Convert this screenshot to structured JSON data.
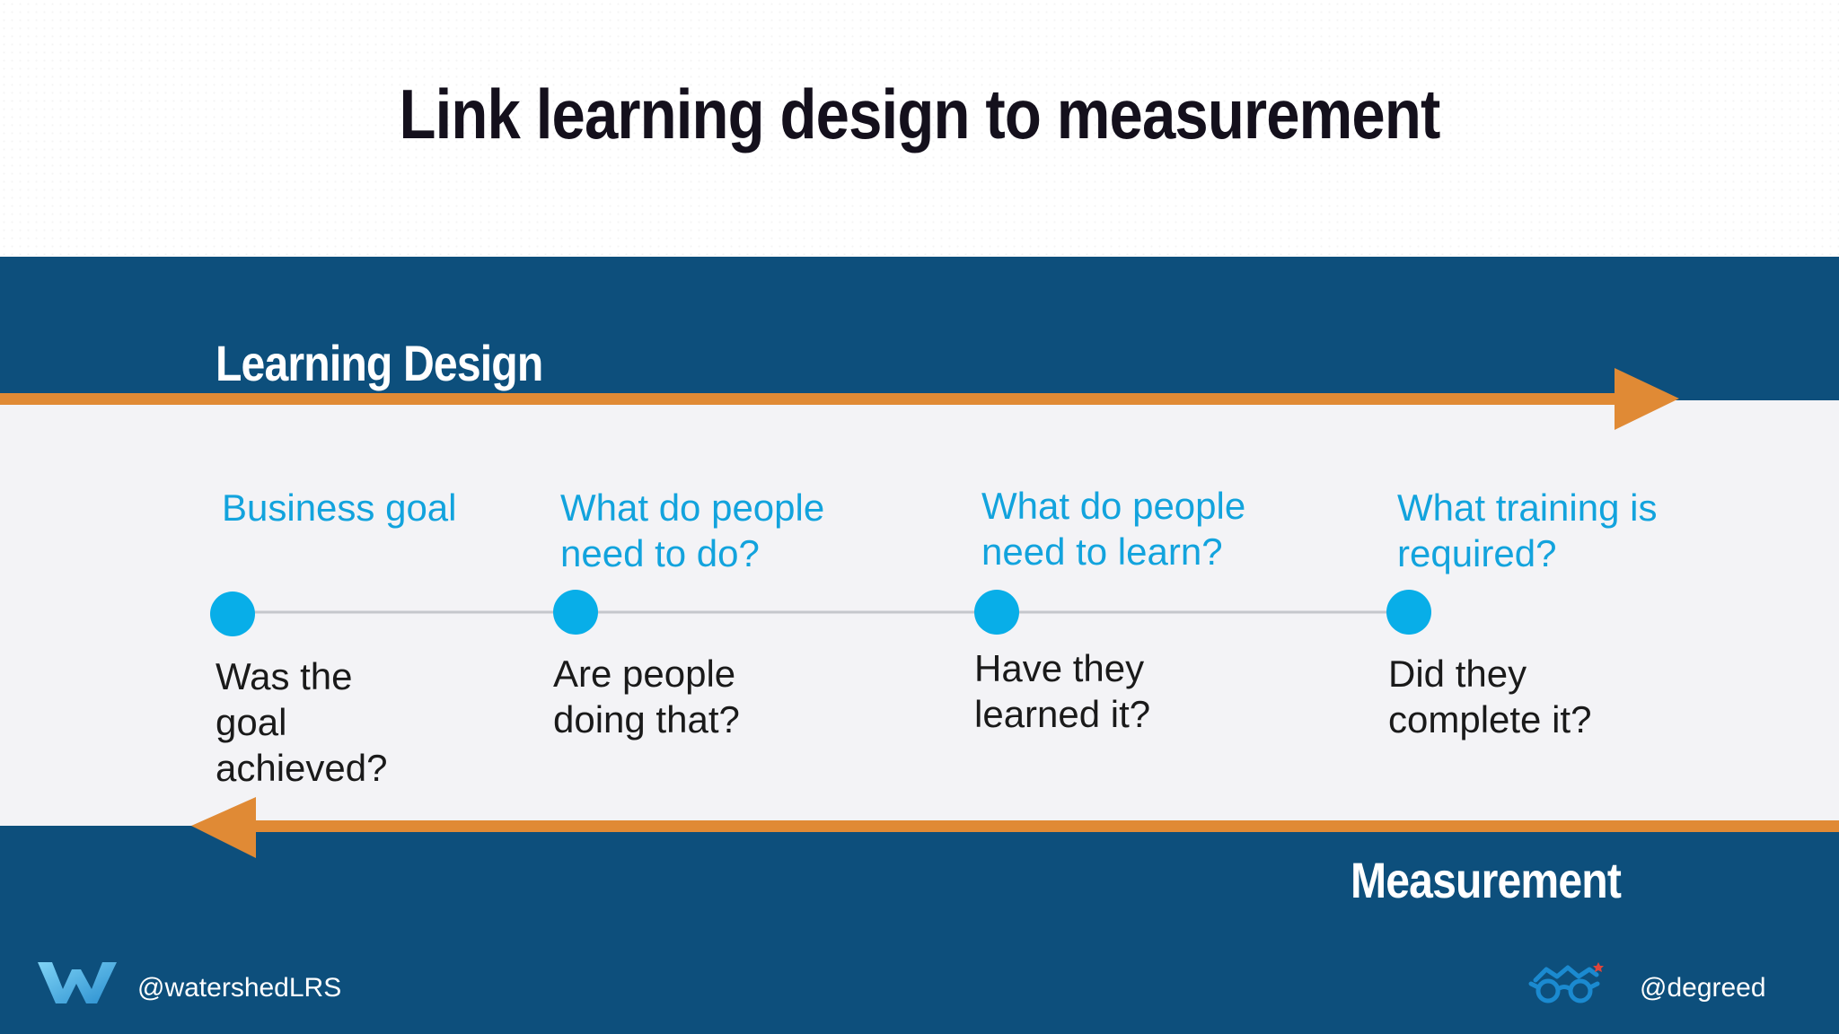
{
  "title": "Link learning design to measurement",
  "learning_design_label": "Learning Design",
  "measurement_label": "Measurement",
  "design_questions": [
    {
      "line1": "Business goal",
      "line2": ""
    },
    {
      "line1": "What do people",
      "line2": "need to do?"
    },
    {
      "line1": "What do people",
      "line2": "need to learn?"
    },
    {
      "line1": "What training is",
      "line2": "required?"
    }
  ],
  "measurement_questions": [
    {
      "line1": "Was the",
      "line2": "goal",
      "line3": "achieved?"
    },
    {
      "line1": "Are people",
      "line2": "doing that?"
    },
    {
      "line1": "Have they",
      "line2": "learned it?"
    },
    {
      "line1": "Did they",
      "line2": "complete it?"
    }
  ],
  "footer": {
    "left_handle": "@watershedLRS",
    "right_handle": "@degreed",
    "left_logo_icon": "watershed-w-logo-icon",
    "right_logo_icon": "degreed-glasses-logo-icon"
  },
  "colors": {
    "band_blue": "#0d4f7c",
    "arrow_orange": "#e08a35",
    "node_blue": "#08aee8",
    "question_blue": "#12a3dd",
    "timeline_gray": "#c5c7cc"
  }
}
